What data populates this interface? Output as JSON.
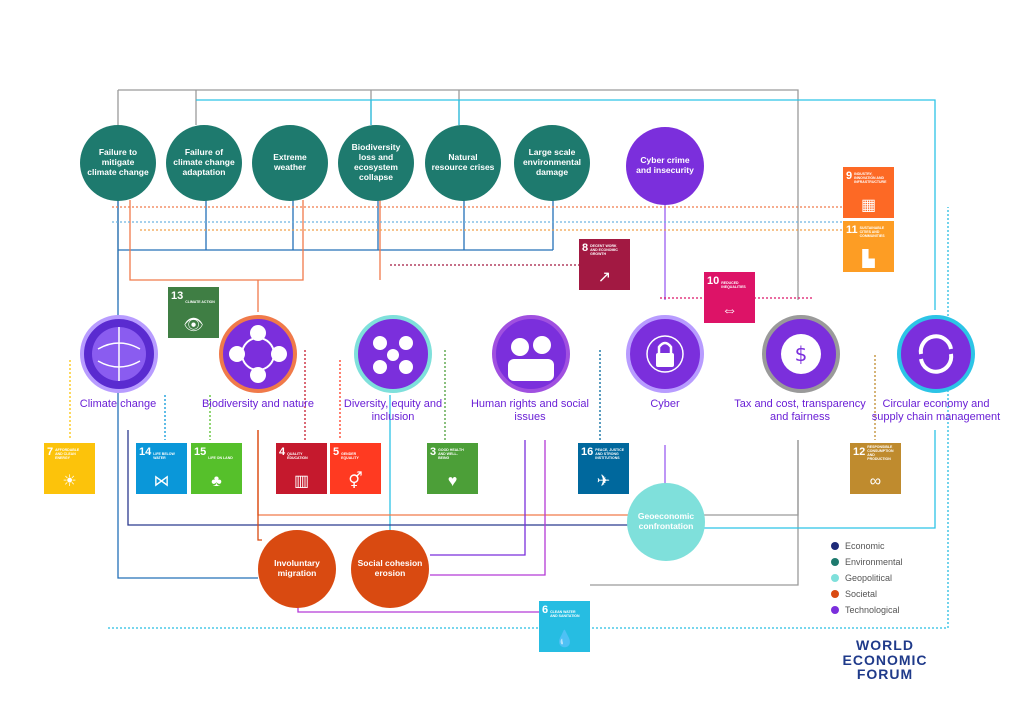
{
  "colors": {
    "economic": "#1e2a78",
    "environmental": "#1e7a6e",
    "geopolitical": "#7fe0db",
    "societal": "#d94a11",
    "technological": "#7b2fdc"
  },
  "risks": {
    "failure_mitigate": "Failure to mitigate climate change",
    "failure_adapt": "Failure of climate change adaptation",
    "extreme_weather": "Extreme weather",
    "biodiversity_loss": "Biodiversity loss and ecosystem collapse",
    "natural_resource": "Natural resource crises",
    "env_damage": "Large scale environmental damage",
    "cyber_crime": "Cyber crime and insecurity",
    "involuntary_migration": "Involuntary migration",
    "social_cohesion": "Social cohesion erosion",
    "geoeconomic": "Geoeconomic confrontation"
  },
  "hubs": {
    "climate": "Climate change",
    "biodiversity": "Biodiversity and nature",
    "diversity": "Diversity, equity and inclusion",
    "human_rights": "Human rights and social issues",
    "cyber": "Cyber",
    "tax": "Tax and cost, transparency and fairness",
    "circular": "Circular economy and supply chain management"
  },
  "sdgs": {
    "s3": {
      "num": "3",
      "label": "Good health and well-being",
      "color": "#4c9f38",
      "icon": "heartbeat-icon"
    },
    "s4": {
      "num": "4",
      "label": "Quality education",
      "color": "#c5192d",
      "icon": "book-icon"
    },
    "s5": {
      "num": "5",
      "label": "Gender equality",
      "color": "#ff3a21",
      "icon": "gender-icon"
    },
    "s6": {
      "num": "6",
      "label": "Clean water and sanitation",
      "color": "#26bde2",
      "icon": "water-drop-icon"
    },
    "s7": {
      "num": "7",
      "label": "Affordable and clean energy",
      "color": "#fcc30b",
      "icon": "sun-icon"
    },
    "s8": {
      "num": "8",
      "label": "Decent work and economic growth",
      "color": "#a21942",
      "icon": "growth-chart-icon"
    },
    "s9": {
      "num": "9",
      "label": "Industry, innovation and infrastructure",
      "color": "#fd6925",
      "icon": "cubes-icon"
    },
    "s10": {
      "num": "10",
      "label": "Reduced inequalities",
      "color": "#dd1367",
      "icon": "equality-arrows-icon"
    },
    "s11": {
      "num": "11",
      "label": "Sustainable cities and communities",
      "color": "#fd9d24",
      "icon": "city-icon"
    },
    "s12": {
      "num": "12",
      "label": "Responsible consumption and production",
      "color": "#bf8b2e",
      "icon": "infinity-icon"
    },
    "s13": {
      "num": "13",
      "label": "Climate action",
      "color": "#3f7e44",
      "icon": "eye-globe-icon"
    },
    "s14": {
      "num": "14",
      "label": "Life below water",
      "color": "#0a97d9",
      "icon": "fish-icon"
    },
    "s15": {
      "num": "15",
      "label": "Life on land",
      "color": "#56c02b",
      "icon": "tree-icon"
    },
    "s16": {
      "num": "16",
      "label": "Peace, justice and strong institutions",
      "color": "#00689d",
      "icon": "dove-icon"
    }
  },
  "legend": {
    "economic": "Economic",
    "environmental": "Environmental",
    "geopolitical": "Geopolitical",
    "societal": "Societal",
    "technological": "Technological"
  },
  "logo": {
    "line1": "WORLD",
    "line2": "ECONOMIC",
    "line3": "FORUM"
  }
}
